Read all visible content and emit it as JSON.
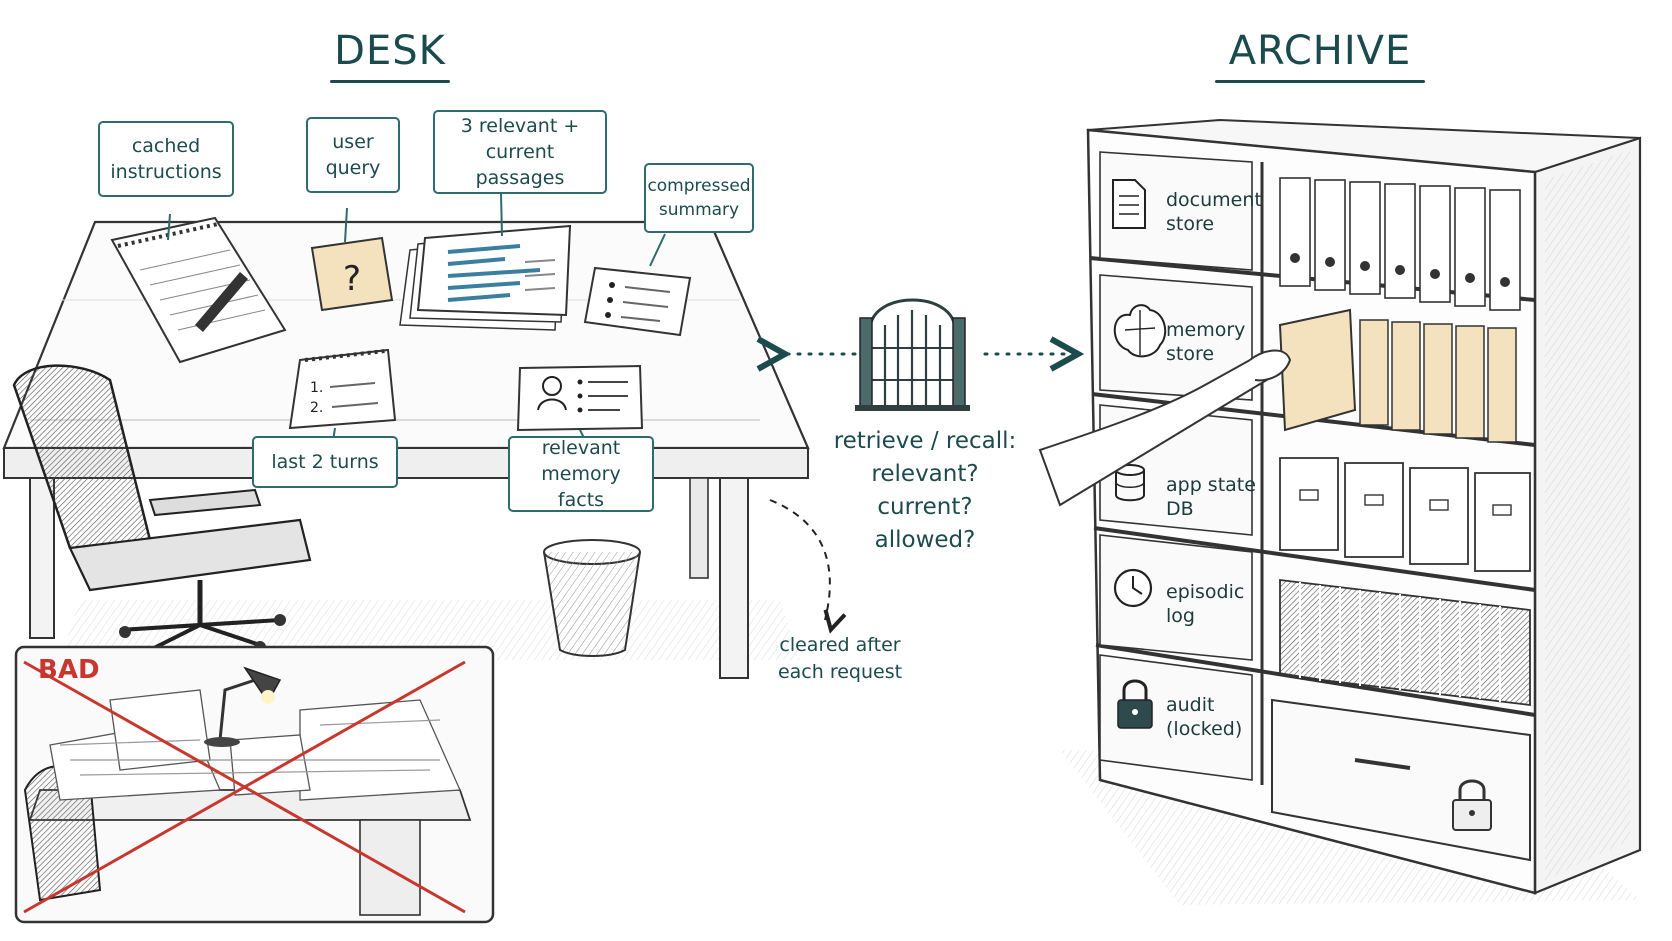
{
  "desk": {
    "title": "DESK",
    "tags": {
      "cached_instructions": "cached\ninstructions",
      "user_query": "user\nquery",
      "relevant_passages": "3 relevant +\ncurrent passages",
      "compressed_summary": "compressed\nsummary",
      "last_turns": "last 2 turns",
      "memory_facts": "relevant\nmemory facts"
    },
    "query_glyph": "?",
    "list_numbers": [
      "1.",
      "2."
    ],
    "cleared_note": "cleared after\neach request"
  },
  "bad_example": {
    "label": "BAD"
  },
  "gate": {
    "caption": "retrieve / recall:\nrelevant?\ncurrent?\nallowed?"
  },
  "archive": {
    "title": "ARCHIVE",
    "shelves": [
      {
        "label": "document\nstore",
        "icon": "document-icon"
      },
      {
        "label": "memory\nstore",
        "icon": "brain-icon"
      },
      {
        "label": "app state\nDB",
        "icon": "database-icon"
      },
      {
        "label": "episodic\nlog",
        "icon": "clock-icon"
      },
      {
        "label": "audit\n(locked)",
        "icon": "lock-icon"
      }
    ]
  },
  "colors": {
    "accent": "#2f6a6c",
    "bad": "#c8372d",
    "ink": "#333333",
    "paper_tint": "#f3e2bd"
  }
}
